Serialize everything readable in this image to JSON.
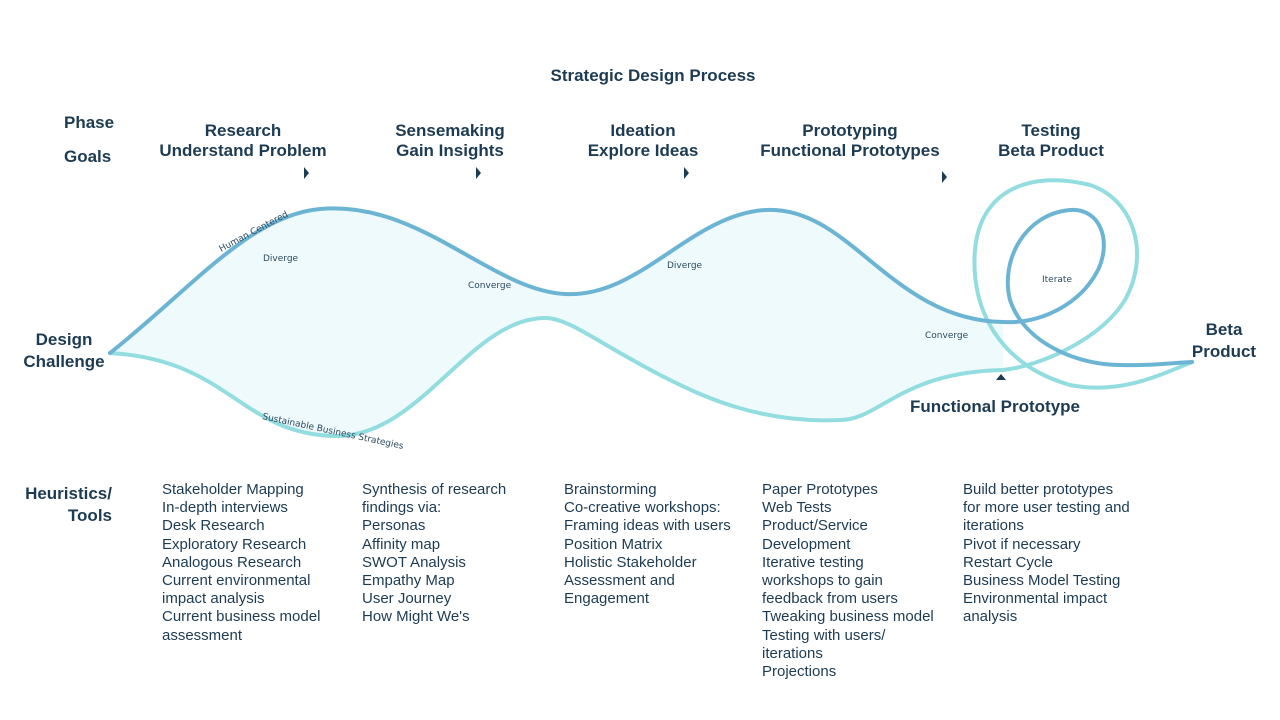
{
  "title": "Strategic Design Process",
  "row_labels": {
    "phase": "Phase",
    "goals": "Goals",
    "heuristics_line1": "Heuristics/",
    "heuristics_line2": "Tools"
  },
  "phases": [
    {
      "name": "Research",
      "goal": "Understand Problem"
    },
    {
      "name": "Sensemaking",
      "goal": "Gain Insights"
    },
    {
      "name": "Ideation",
      "goal": "Explore Ideas"
    },
    {
      "name": "Prototyping",
      "goal": "Functional Prototypes"
    },
    {
      "name": "Testing",
      "goal": "Beta Product"
    }
  ],
  "start_label": {
    "line1": "Design",
    "line2": "Challenge"
  },
  "end_label": {
    "line1": "Beta",
    "line2": "Product"
  },
  "milestone_label": "Functional Prototype",
  "curve_labels": {
    "human_centered": "Human Centered",
    "sustainable": "Sustainable Business Strategies",
    "diverge_1": "Diverge",
    "converge_1": "Converge",
    "diverge_2": "Diverge",
    "converge_2": "Converge",
    "iterate": "Iterate"
  },
  "colors": {
    "dark_line": "#6cb4d4",
    "light_line": "#93dde0",
    "fill": "#effafc",
    "text": "#1d3b52",
    "arrow": "#1d3b52"
  },
  "tools": [
    [
      "Stakeholder Mapping",
      "In-depth interviews",
      "Desk Research",
      "Exploratory Research",
      "Analogous Research",
      "Current environmental",
      "impact analysis",
      "Current business model",
      "assessment"
    ],
    [
      "Synthesis of research",
      "findings via:",
      "Personas",
      "Affinity map",
      "SWOT Analysis",
      "Empathy Map",
      "User Journey",
      "How Might We's"
    ],
    [
      "Brainstorming",
      "Co-creative workshops:",
      "Framing ideas with users",
      "Position Matrix",
      "Holistic Stakeholder",
      "Assessment and",
      "Engagement"
    ],
    [
      "Paper Prototypes",
      "Web Tests",
      "Product/Service",
      "Development",
      "Iterative testing",
      "workshops to gain",
      "feedback from users",
      "Tweaking business model",
      "Testing with users/",
      "iterations",
      "Projections"
    ],
    [
      "Build better prototypes",
      "for more user testing and",
      "iterations",
      "Pivot if necessary",
      "Restart Cycle",
      "Business Model Testing",
      "Environmental impact",
      "analysis"
    ]
  ]
}
